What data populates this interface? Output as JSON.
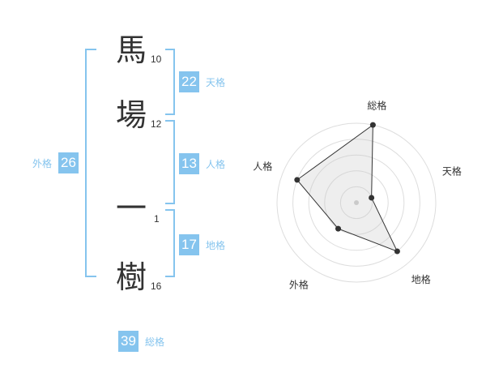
{
  "name": {
    "chars": [
      {
        "char": "馬",
        "strokes": "10"
      },
      {
        "char": "場",
        "strokes": "12"
      },
      {
        "char": "一",
        "strokes": "1"
      },
      {
        "char": "樹",
        "strokes": "16"
      }
    ]
  },
  "scores": {
    "tenkaku": {
      "value": "22",
      "label": "天格"
    },
    "jinkaku": {
      "value": "13",
      "label": "人格"
    },
    "chikaku": {
      "value": "17",
      "label": "地格"
    },
    "gaikaku": {
      "value": "26",
      "label": "外格"
    },
    "soukaku": {
      "value": "39",
      "label": "総格"
    }
  },
  "colors": {
    "accent": "#85c4ee",
    "text": "#333333"
  },
  "chart_data": {
    "type": "radar",
    "axes": [
      "総格",
      "天格",
      "地格",
      "外格",
      "人格"
    ],
    "values": [
      5,
      1,
      4,
      2,
      4
    ],
    "range": [
      0,
      5
    ],
    "grid": true
  }
}
